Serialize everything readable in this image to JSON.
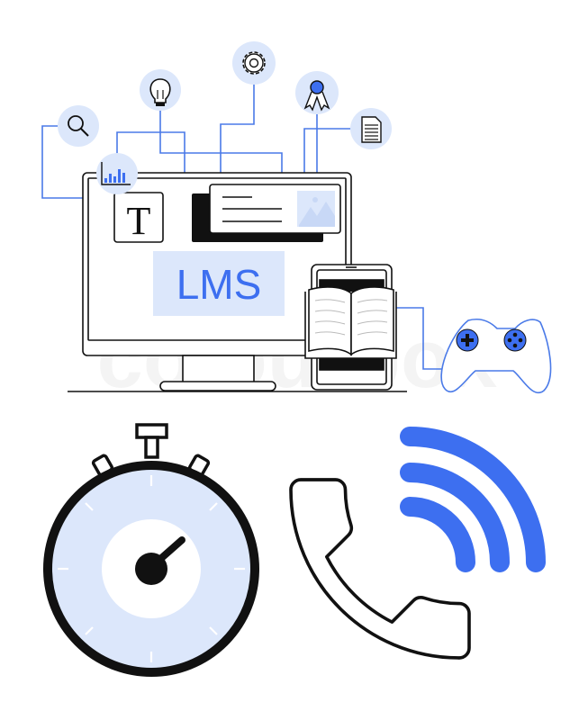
{
  "illustration": {
    "screen_letter": "T",
    "lms_label": "LMS",
    "watermark": "colourbox"
  },
  "colors": {
    "accent": "#3d6ff0",
    "light": "#dce7fb",
    "line": "#111111",
    "wire": "#4a7ae8"
  },
  "icons": [
    "search-icon",
    "lightbulb-icon",
    "gear-icon",
    "award-ribbon-icon",
    "document-icon",
    "bar-chart-icon",
    "image-icon",
    "book-icon",
    "gamepad-icon",
    "stopwatch-icon",
    "phone-icon",
    "signal-waves-icon"
  ]
}
